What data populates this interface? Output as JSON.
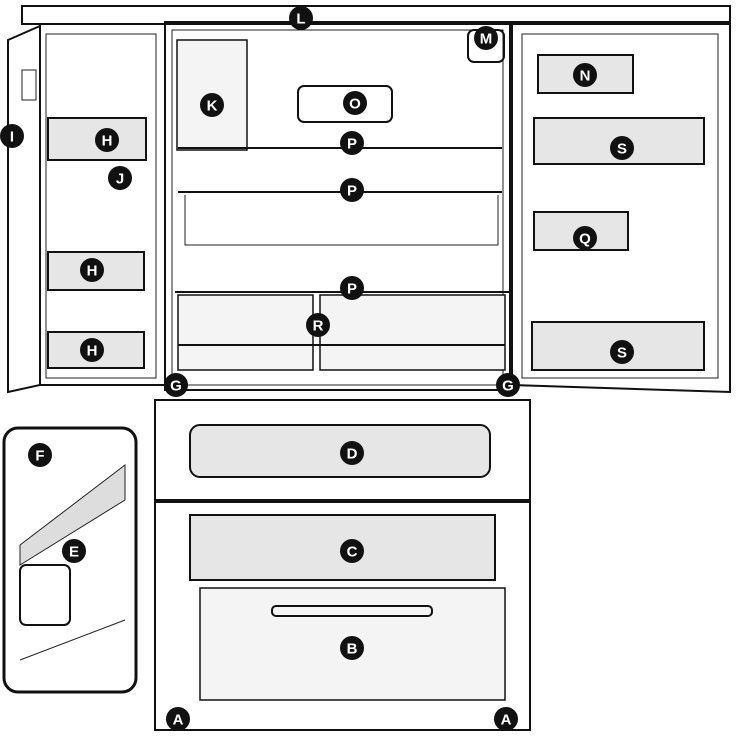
{
  "diagram": {
    "labels": [
      {
        "id": "L",
        "text": "L"
      },
      {
        "id": "M",
        "text": "M"
      },
      {
        "id": "N",
        "text": "N"
      },
      {
        "id": "K",
        "text": "K"
      },
      {
        "id": "O",
        "text": "O"
      },
      {
        "id": "H1",
        "text": "H"
      },
      {
        "id": "J",
        "text": "J"
      },
      {
        "id": "I",
        "text": "I"
      },
      {
        "id": "P1",
        "text": "P"
      },
      {
        "id": "S1",
        "text": "S"
      },
      {
        "id": "P2",
        "text": "P"
      },
      {
        "id": "Q",
        "text": "Q"
      },
      {
        "id": "H2",
        "text": "H"
      },
      {
        "id": "P3",
        "text": "P"
      },
      {
        "id": "R",
        "text": "R"
      },
      {
        "id": "H3",
        "text": "H"
      },
      {
        "id": "S2",
        "text": "S"
      },
      {
        "id": "G1",
        "text": "G"
      },
      {
        "id": "G2",
        "text": "G"
      },
      {
        "id": "F",
        "text": "F"
      },
      {
        "id": "D",
        "text": "D"
      },
      {
        "id": "E",
        "text": "E"
      },
      {
        "id": "C",
        "text": "C"
      },
      {
        "id": "B",
        "text": "B"
      },
      {
        "id": "A1",
        "text": "A"
      },
      {
        "id": "A2",
        "text": "A"
      }
    ],
    "colors": {
      "line": "#111111",
      "bin_fill": "#e6e6e6",
      "label_fill": "#111111",
      "label_text": "#ffffff"
    }
  }
}
